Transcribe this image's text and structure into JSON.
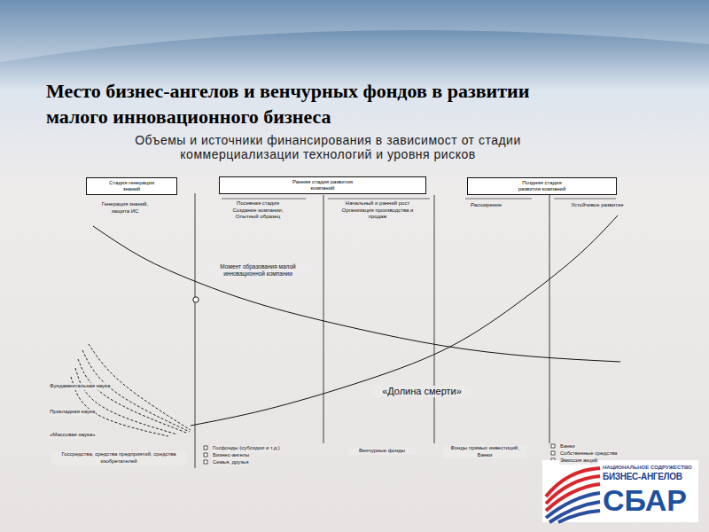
{
  "diagram": {
    "title": "Место бизнес-ангелов и венчурных фондов в развитии малого инновационного бизнеса",
    "caption": "Объемы и источники финансирования в зависимост от стадии коммерциализации технологий и уровня рисков",
    "nodes": [
      {
        "text": [
          "Стадия генерации знаний"
        ]
      },
      {
        "text": [
          "Ранняя стадия развития компаний"
        ]
      },
      {
        "text": [
          "Поздняя стадия развития компаний"
        ]
      }
    ],
    "labels": [
      "Генерация знаний, защита ИС",
      "Посевная стадия Создание компании, Опытный образец",
      "Начальный и ранний рост Организация производства и продаж",
      "Расширение",
      "Устойчивое развитие",
      "Момент образования малой инновационной компании",
      "«Долина смерти»",
      "Фундаментальная наука",
      "Прикладная наука",
      "«Массовая наука»",
      "Госсредства, средства предприятий, средства изобретателей",
      "Госфонды (субсидии и т.д.)",
      "Бизнес-ангелы",
      "Семья, друзья",
      "Венчурные фонды",
      "Фонды прямых инвестиций, Банки",
      "Банки",
      "Собственные средства",
      "Эмиссия акций",
      "НАЦИОНАЛЬНОЕ СОДРУЖЕСТВО",
      "БИЗНЕС-АНГЕЛОВ",
      "СБАР"
    ]
  }
}
